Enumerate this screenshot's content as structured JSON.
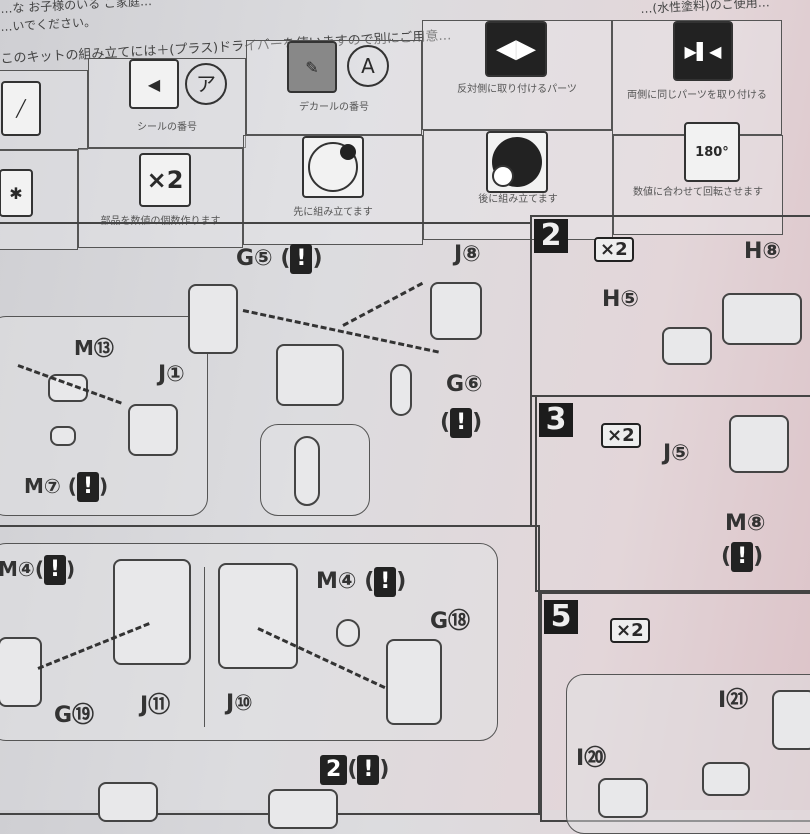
{
  "header": {
    "line1": "…な お子様のいる ご家庭…",
    "line2": "…いでください。",
    "line3": "このキットの組み立てには＋(プラス)ドライバーを使いますので別にご用意…",
    "right_note": "…(水性塗料)のご使用…"
  },
  "legend": {
    "row1": [
      {
        "icon": "knife-icon",
        "caption": ""
      },
      {
        "icon": "sticker-icon",
        "symbol": "ア",
        "caption": "シールの番号"
      },
      {
        "icon": "decal-icon",
        "symbol": "A",
        "caption": "デカールの番号"
      },
      {
        "icon": "opposite-side-icon",
        "caption": "反対側に取り付けるパーツ"
      },
      {
        "icon": "both-sides-icon",
        "caption": "両側に同じパーツを取り付ける"
      }
    ],
    "row2": [
      {
        "icon": "parts-icon",
        "caption": ""
      },
      {
        "icon": "times-two-icon",
        "symbol": "×2",
        "caption": "部品を数値の個数作ります"
      },
      {
        "icon": "assemble-first-icon",
        "caption": "先に組み立てます"
      },
      {
        "icon": "assemble-later-icon",
        "caption": "後に組み立てます"
      },
      {
        "icon": "rotate-180-icon",
        "symbol": "180°",
        "caption": "数値に合わせて回転させます"
      }
    ]
  },
  "warning_symbol": "!",
  "step1": {
    "labels": [
      "G⑤",
      "J⑧",
      "M⑬",
      "J①",
      "G⑥",
      "M⑦"
    ]
  },
  "step2": {
    "number": "2",
    "count": "×2",
    "labels": [
      "H⑧",
      "H⑤"
    ]
  },
  "step3": {
    "number": "3",
    "count": "×2",
    "labels": [
      "J⑤",
      "M⑧"
    ]
  },
  "step4": {
    "labels": [
      "M④",
      "G⑲",
      "J⑪",
      "M④",
      "G⑱",
      "J⑩"
    ],
    "ref_step": "2"
  },
  "step5": {
    "number": "5",
    "count": "×2",
    "labels": [
      "I㉑",
      "I⑳"
    ]
  }
}
